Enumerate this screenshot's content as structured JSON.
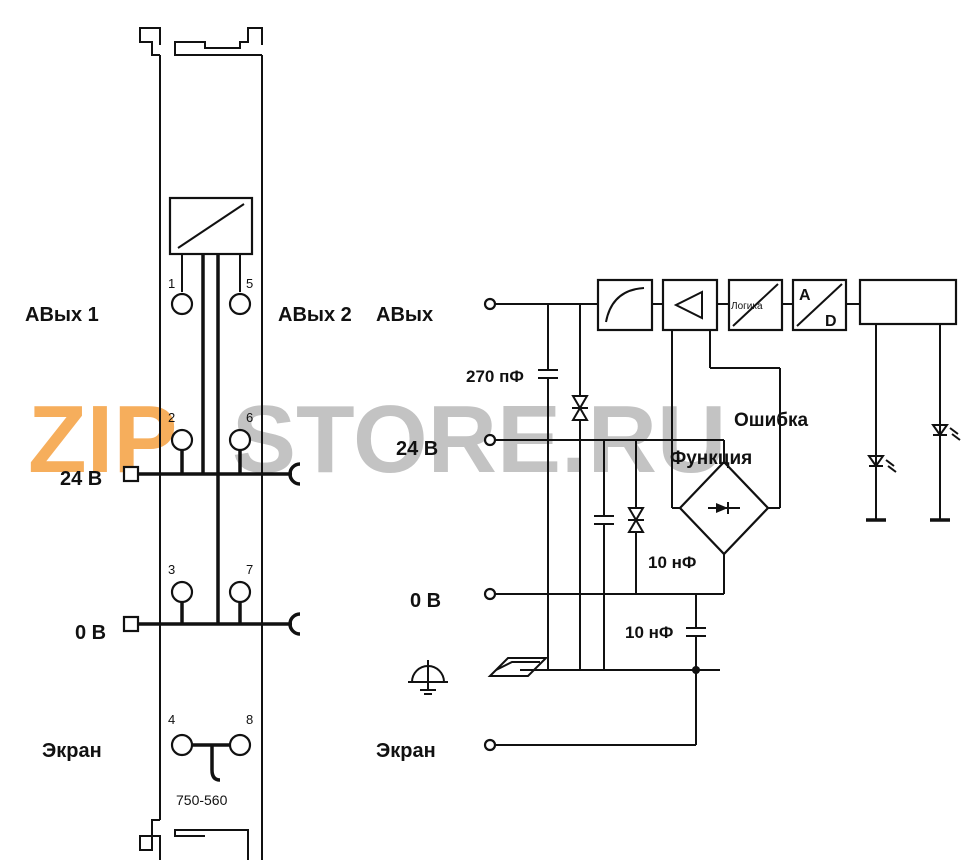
{
  "left_module": {
    "label_aout1": "AВых 1",
    "label_aout2": "AВых 2",
    "label_24v": "24 В",
    "label_0v": "0 В",
    "label_shield": "Экран",
    "terminals": [
      "1",
      "5",
      "2",
      "6",
      "3",
      "7",
      "4",
      "8"
    ],
    "part_number": "750-560"
  },
  "schematic": {
    "label_aout": "AВых",
    "label_24v": "24 В",
    "label_0v": "0 В",
    "label_shield": "Экран",
    "cap_270": "270 пФ",
    "cap_10a": "10 нФ",
    "cap_10b": "10 нФ",
    "label_error": "Ошибка",
    "label_function": "Функция",
    "logic_label": "Логика",
    "ad_a": "A",
    "ad_d": "D"
  },
  "watermark": {
    "part1": "ZIP",
    "part2": "STORE.RU",
    "color1": "#f5a040",
    "color2": "#b9b9b9"
  }
}
